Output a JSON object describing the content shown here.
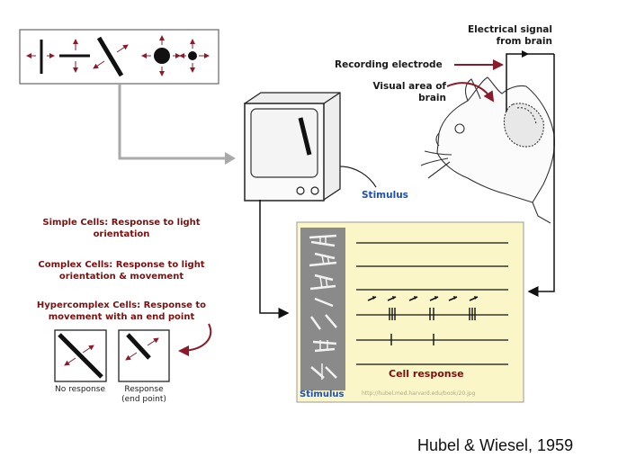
{
  "labels": {
    "electrical_signal": "Electrical signal\nfrom brain",
    "recording_electrode": "Recording electrode",
    "visual_area": "Visual area of\nbrain",
    "stimulus_monitor": "Stimulus",
    "stimulus_panel": "Stimulus",
    "cell_response": "Cell response",
    "url": "http://hubel.med.harvard.edu/book/20.jpg"
  },
  "cells": {
    "simple": "Simple Cells: Response to light\norientation",
    "complex": "Complex Cells: Response to light\norientation & movement",
    "hypercomplex": "Hypercomplex Cells: Response to\nmovement with an end point"
  },
  "examples": {
    "no_response": "No response",
    "response": "Response\n(end point)"
  },
  "citation": "Hubel & Wiesel, 1959",
  "colors": {
    "arrow_red": "#8b1a2a",
    "panel_yellow": "#fbf6c8",
    "stimulus_gray": "#8a8a8a",
    "label_red": "#7a1010",
    "label_blue": "#1f4fb0"
  }
}
